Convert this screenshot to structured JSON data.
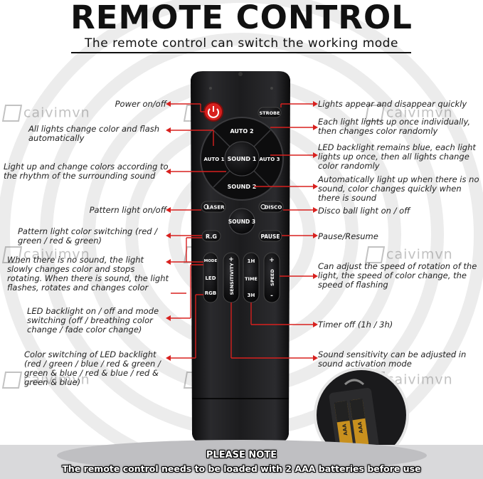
{
  "header": {
    "title": "REMOTE CONTROL",
    "subtitle": "The remote control can switch the working mode"
  },
  "watermark": "caivimvn",
  "labels_left": [
    "Power on/off",
    "All lights change color and flash automatically",
    "Light up and change colors according to the rhythm of the surrounding sound",
    "Pattern light on/off",
    "Pattern light color switching (red / green / red & green)",
    "When there is no sound, the light slowly changes color and stops rotating. When there is sound, the light flashes, rotates and changes color",
    "LED backlight on / off and mode switching (off / breathing color change / fade color change)",
    "Color switching of LED backlight (red / green / blue / red & green / green & blue / red & blue / red & green & blue)"
  ],
  "labels_right": [
    "Lights appear and disappear quickly",
    "Each light lights up once individually, then changes color randomly",
    "LED backlight remains blue, each light lights up once, then all lights change color randomly",
    "Automatically light up when there is no sound, color changes quickly when there is sound",
    "Disco ball light on / off",
    "Pause/Resume",
    "Can adjust the speed of rotation of the light, the speed of color change, the speed of flashing",
    "Timer off (1h / 3h)",
    "Sound sensitivity can be adjusted in sound activation mode"
  ],
  "remote": {
    "strobe": "STROBE",
    "auto2": "AUTO 2",
    "auto1": "AUTO 1",
    "auto3": "AUTO 3",
    "sound1": "SOUND 1",
    "sound2": "SOUND 2",
    "sound3": "SOUND 3",
    "laser": "LASER",
    "disco": "DISCO",
    "rg": "R.G",
    "pause": "PAUSE",
    "mode": "MODE",
    "led": "LED",
    "rgb": "RGB",
    "sensitivity": "SENSITIVITY",
    "h1": "1H",
    "time": "TIME",
    "h3": "3H",
    "speed": "SPEED",
    "plus": "+",
    "minus": "-",
    "battery": "AAA"
  },
  "note": {
    "title": "PLEASE NOTE",
    "body": "The remote control needs to be loaded with 2 AAA batteries before use"
  },
  "colors": {
    "accent_red": "#d8201e",
    "remote_body": "#1c1c1e",
    "button": "#0f0f10"
  }
}
